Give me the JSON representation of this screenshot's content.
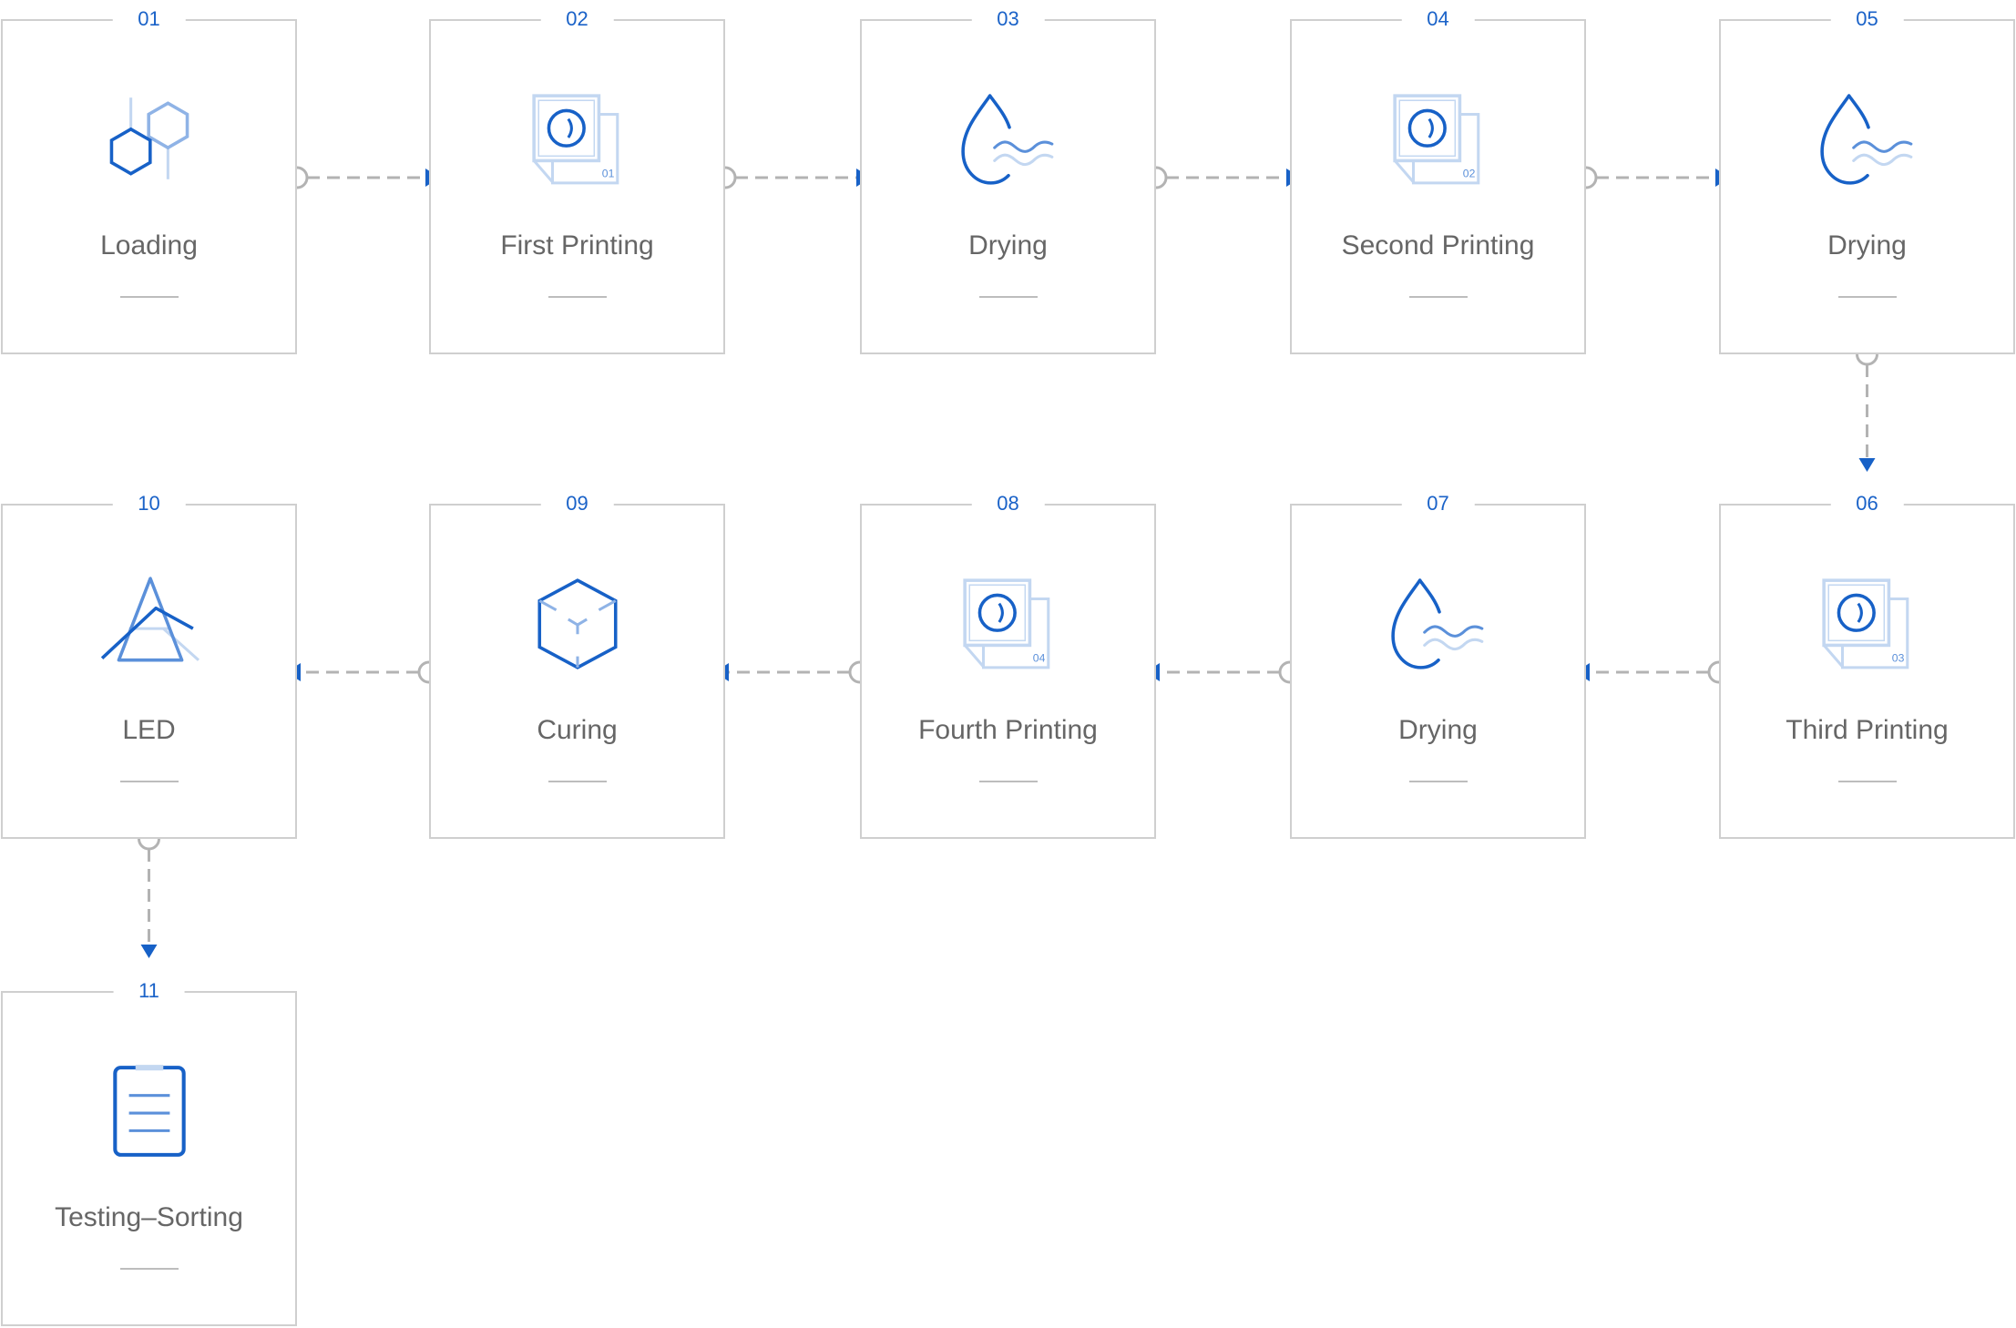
{
  "colors": {
    "icon_dark": "#1761c7",
    "icon_mid": "#5b90da",
    "icon_light": "#8fb3e6",
    "icon_pale": "#c3d7f1",
    "arrow": "#1761c7",
    "connector": "#b3b3b3",
    "border": "#cfcfcf",
    "number": "#1a62c8",
    "label": "#666666"
  },
  "steps": [
    {
      "number": "01",
      "label": "Loading",
      "icon": "hexagons-icon"
    },
    {
      "number": "02",
      "label": "First Printing",
      "icon": "print-layer-icon",
      "icon_text": "01"
    },
    {
      "number": "03",
      "label": "Drying",
      "icon": "water-drop-icon"
    },
    {
      "number": "04",
      "label": "Second Printing",
      "icon": "print-layer-icon",
      "icon_text": "02"
    },
    {
      "number": "05",
      "label": "Drying",
      "icon": "water-drop-icon"
    },
    {
      "number": "06",
      "label": "Third Printing",
      "icon": "print-layer-icon",
      "icon_text": "03"
    },
    {
      "number": "07",
      "label": "Drying",
      "icon": "water-drop-icon"
    },
    {
      "number": "08",
      "label": "Fourth Printing",
      "icon": "print-layer-icon",
      "icon_text": "04"
    },
    {
      "number": "09",
      "label": "Curing",
      "icon": "cube-icon"
    },
    {
      "number": "10",
      "label": "LED",
      "icon": "prism-icon"
    },
    {
      "number": "11",
      "label": "Testing–Sorting",
      "icon": "clipboard-icon"
    }
  ]
}
